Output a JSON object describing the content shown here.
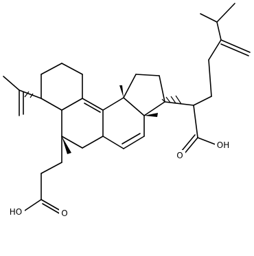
{
  "molecule": {
    "labels": {
      "cooh_top_o": "O",
      "cooh_top_oh": "OH",
      "cooh_bottom_o": "O",
      "cooh_bottom_ho": "HO"
    },
    "colors": {
      "bond": "#000000",
      "background": "#ffffff"
    }
  }
}
